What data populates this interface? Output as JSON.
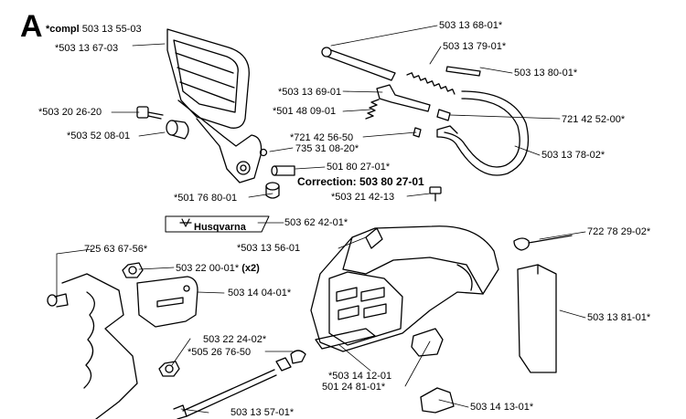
{
  "section_letter": "A",
  "compl_prefix": "*compl",
  "compl_number": "503 13 55-03",
  "correction": "Correction: 503 80 27-01",
  "logo_text": "Husqvarna",
  "labels": [
    "*503 13 67-03",
    "503 13 68-01*",
    "503 13 79-01*",
    "503 13 80-01*",
    "*503 13 69-01",
    "*501 48 09-01",
    "721 42 52-00*",
    "*503 20 26-20",
    "*503 52 08-01",
    "*721 42 56-50",
    "735 31 08-20*",
    "503 13 78-02*",
    "501 80 27-01*",
    "*501 76 80-01",
    "*503 21 42-13",
    "503 62 42-01*",
    "722 78 29-02*",
    "*503 13 56-01",
    "725 63 67-56*",
    "503 22 00-01*",
    "503 14 04-01*",
    "503 13 81-01*",
    "503 22 24-02*",
    "*505 26 76-50",
    "*503 14 12-01",
    "501 24 81-01*",
    "503 13 57-01*",
    "503 14 13-01*"
  ],
  "x2_label": "(x2)"
}
